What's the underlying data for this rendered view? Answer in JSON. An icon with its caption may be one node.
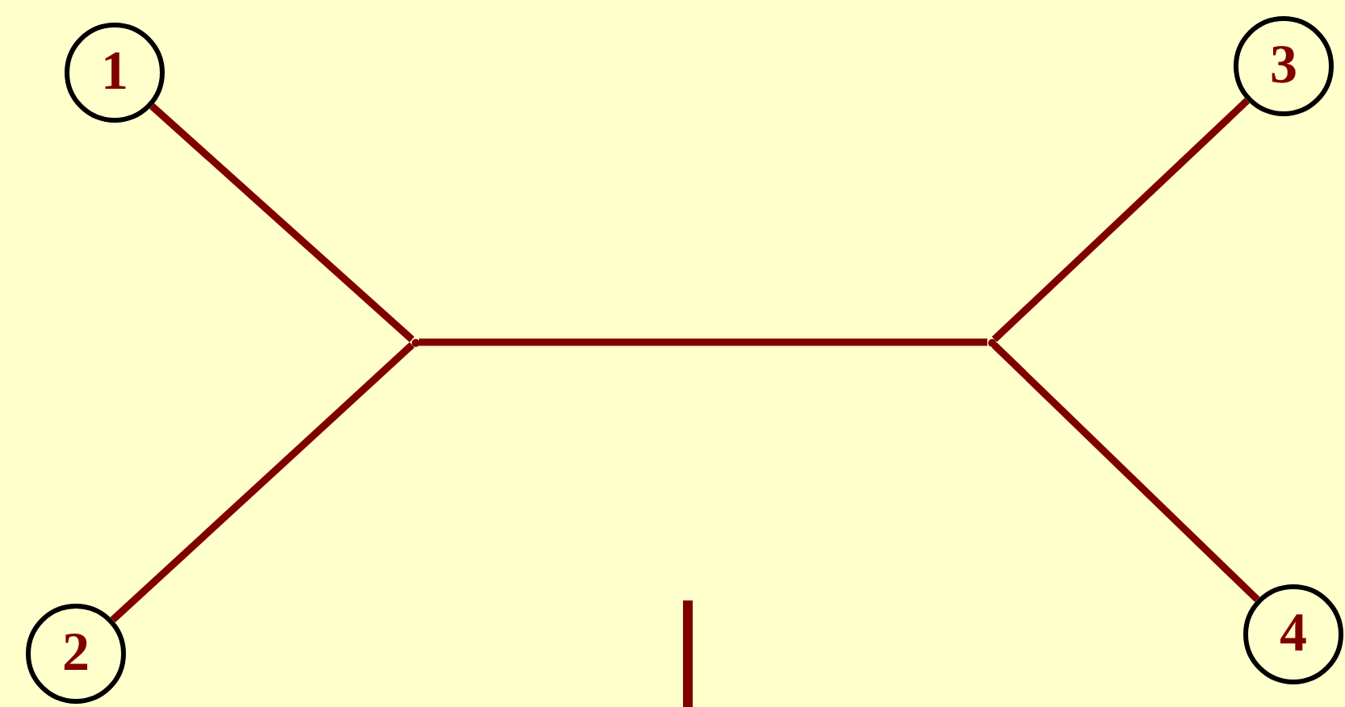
{
  "diagram": {
    "nodes": [
      {
        "text": [
          "1"
        ]
      },
      {
        "text": [
          "3"
        ]
      },
      {
        "text": [],
        "shape": "dot"
      },
      {
        "text": [],
        "shape": "dot"
      },
      {
        "text": [
          "2"
        ]
      },
      {
        "text": [
          "4"
        ]
      }
    ],
    "edges": [
      {
        "from": 0,
        "to": 2,
        "arrow": "none"
      },
      {
        "from": 4,
        "to": 2,
        "arrow": "none"
      },
      {
        "from": 2,
        "to": 3,
        "arrow": "none"
      },
      {
        "from": 3,
        "to": 1,
        "arrow": "none"
      },
      {
        "from": 3,
        "to": 5,
        "arrow": "none"
      }
    ]
  }
}
